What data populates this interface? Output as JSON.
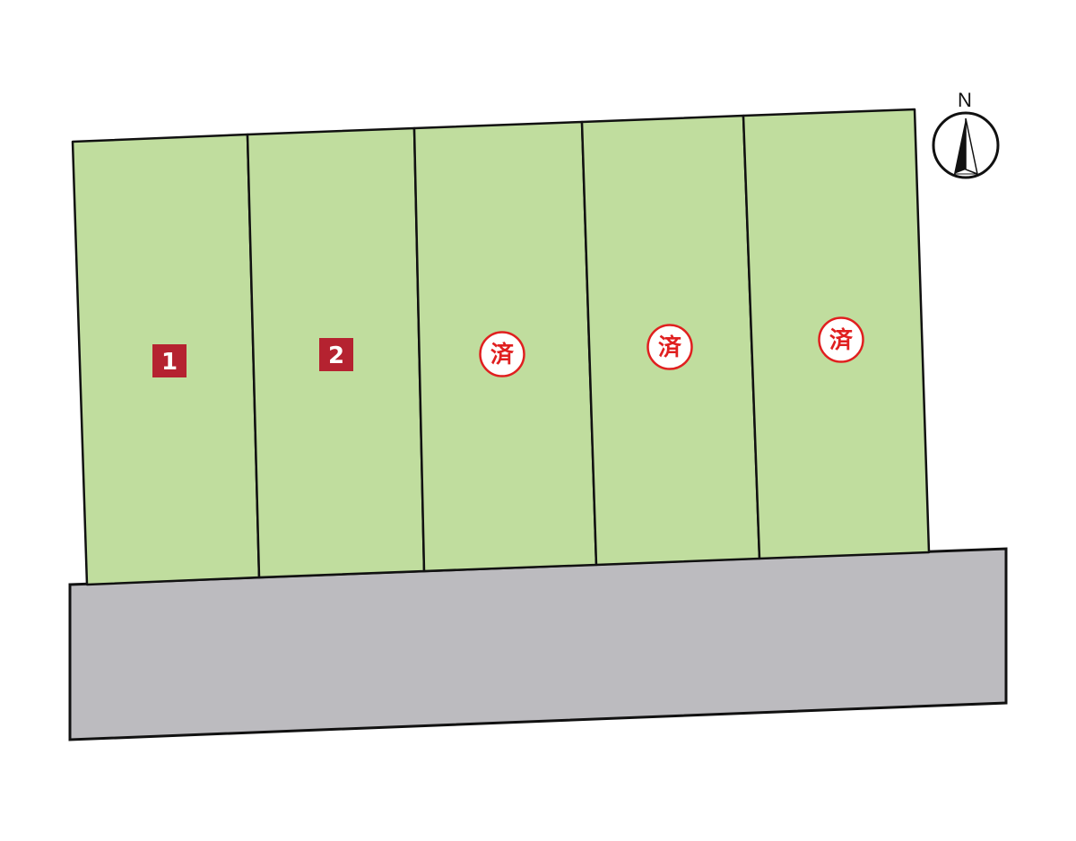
{
  "colors": {
    "lot_fill": "#c0dd9e",
    "road_fill": "#bcbbbf",
    "outline": "#111111",
    "badge_fill": "#b52230",
    "badge_text": "#ffffff",
    "stamp_color": "#e01f1f",
    "background": "#ffffff"
  },
  "lots": [
    {
      "label": "1",
      "status": "available"
    },
    {
      "label": "2",
      "status": "available"
    },
    {
      "label": "済",
      "status": "sold"
    },
    {
      "label": "済",
      "status": "sold"
    },
    {
      "label": "済",
      "status": "sold"
    }
  ],
  "compass": {
    "label": "N",
    "icon": "north-arrow-icon"
  },
  "road": {
    "icon": "road-area"
  }
}
